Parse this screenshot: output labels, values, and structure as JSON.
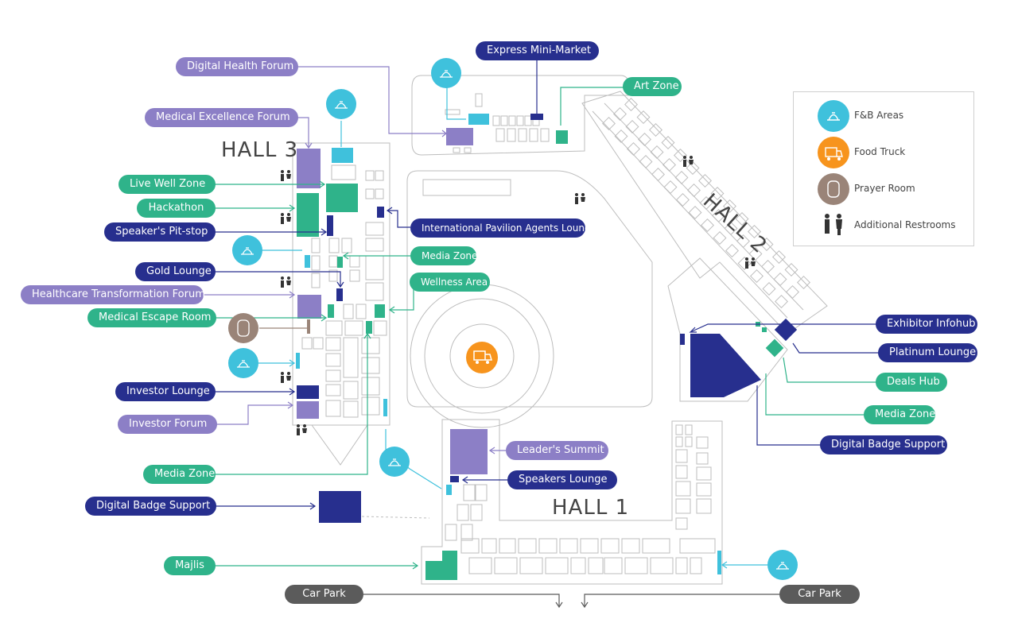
{
  "halls": {
    "hall1": "HALL 1",
    "hall2": "HALL 2",
    "hall3": "HALL 3"
  },
  "labels": {
    "digital_health_forum": "Digital Health Forum",
    "medical_excellence_forum": "Medical Excellence Forum",
    "live_well_zone": "Live Well Zone",
    "hackathon": "Hackathon",
    "speakers_pitstop": "Speaker's Pit-stop",
    "gold_lounge": "Gold Lounge",
    "healthcare_transformation_forum": "Healthcare Transformation Forum",
    "medical_escape_room": "Medical Escape Room",
    "investor_lounge": "Investor Lounge",
    "investor_forum": "Investor Forum",
    "media_zone_left": "Media Zone",
    "digital_badge_support_left": "Digital Badge Support",
    "majlis": "Majlis",
    "car_park_left": "Car Park",
    "car_park_right": "Car Park",
    "express_mini_market": "Express Mini-Market",
    "art_zone": "Art Zone",
    "international_pavilion": "International Pavilion Agents Lounge",
    "media_zone_center": "Media Zone",
    "wellness_area": "Wellness Area",
    "leaders_summit": "Leader's Summit",
    "speakers_lounge": "Speakers Lounge",
    "exhibitor_infohub": "Exhibitor Infohub",
    "platinum_lounge": "Platinum Lounge",
    "deals_hub": "Deals Hub",
    "media_zone_right": "Media Zone",
    "digital_badge_support_right": "Digital Badge Support"
  },
  "legend": {
    "items": [
      {
        "label": "F&B Areas",
        "icon": "fb-icon",
        "color": "#3fc1dc"
      },
      {
        "label": "Food Truck",
        "icon": "food-truck-icon",
        "color": "#f7941d"
      },
      {
        "label": "Prayer Room",
        "icon": "prayer-room-icon",
        "color": "#9a8478"
      },
      {
        "label": "Additional Restrooms",
        "icon": "restroom-icon",
        "color": "#333333"
      }
    ]
  },
  "colors": {
    "green": "#2fb38a",
    "navy": "#272f8e",
    "purple": "#8c7fc6",
    "cyan": "#3fc1dc",
    "orange": "#f7941d",
    "brown": "#9a8478",
    "gray": "#5b5b5b",
    "outline": "#bdbdbd"
  }
}
